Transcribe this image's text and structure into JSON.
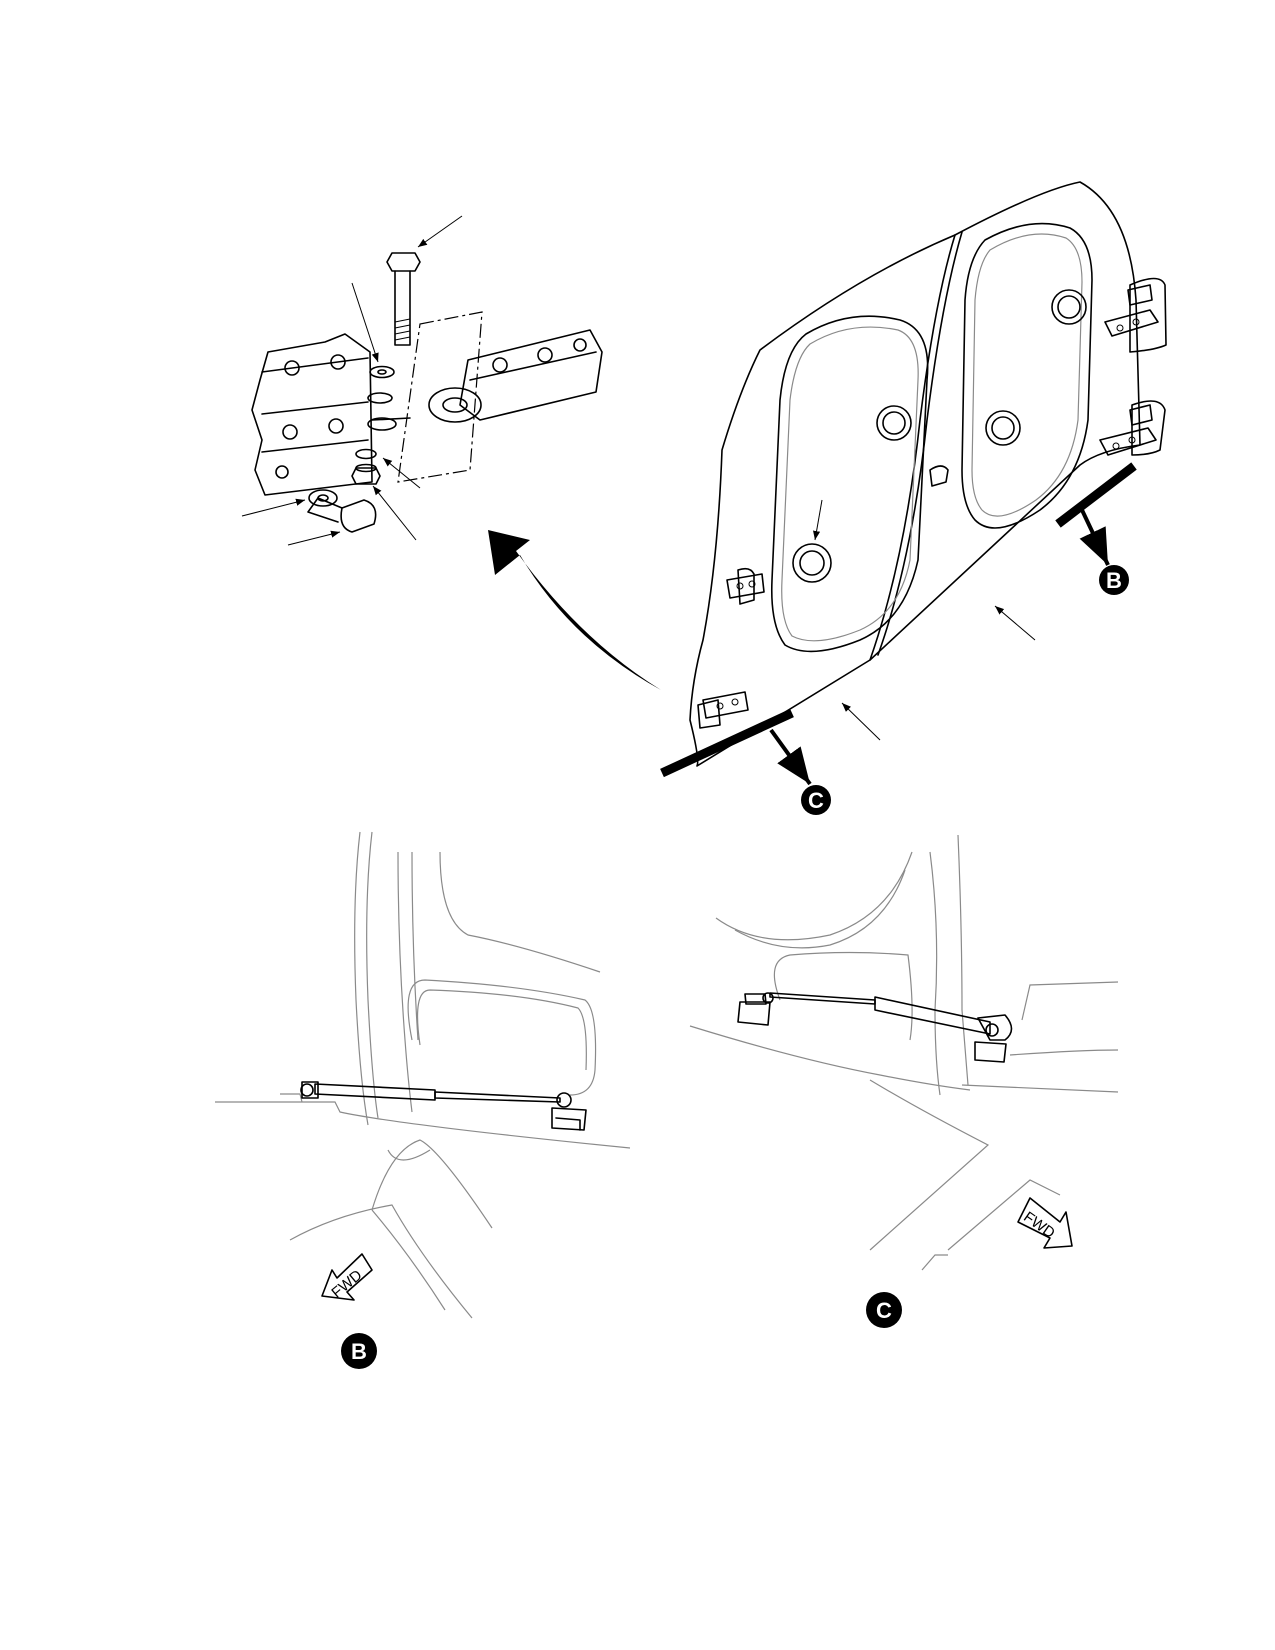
{
  "callouts": {
    "B": "B",
    "C": "C"
  },
  "fwd_label": "FWD",
  "colors": {
    "line": "#000000",
    "background": "#ffffff",
    "light_line": "#8a8a8a"
  }
}
